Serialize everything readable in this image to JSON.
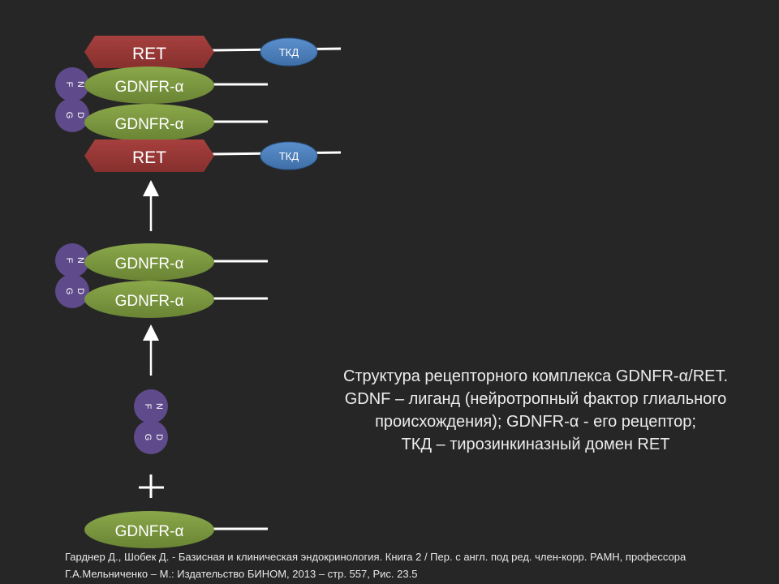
{
  "labels": {
    "ret": "RET",
    "tkd": "ТКД",
    "gdnfr": "GDNFR-α",
    "gdnf_top": "F\nN",
    "gdnf_bottom": "G\nD",
    "plus": "+"
  },
  "caption": {
    "line1": "Структура рецепторного комплекса GDNFR-α/RET.",
    "line2": "GDNF – лиганд (нейротропный фактор глиального",
    "line3": "происхождения); GDNFR-α - его рецептор;",
    "line4": "ТКД – тирозинкиназный домен RET"
  },
  "source": {
    "line1": "Гарднер Д., Шобек Д. - Базисная и клиническая эндокринология. Книга 2 / Пер. с англ. под ред. член-корр. РАМН, профессора",
    "line2": "Г.А.Мельниченко – М.: Издательство БИНОМ, 2013 – стр. 557, Рис. 23.5"
  },
  "colors": {
    "background": "#262626",
    "ret": "#953735",
    "gdnfr": "#77933c",
    "gdnf": "#5f4a8b",
    "tkd": "#4f81bd",
    "line": "#ffffff"
  }
}
